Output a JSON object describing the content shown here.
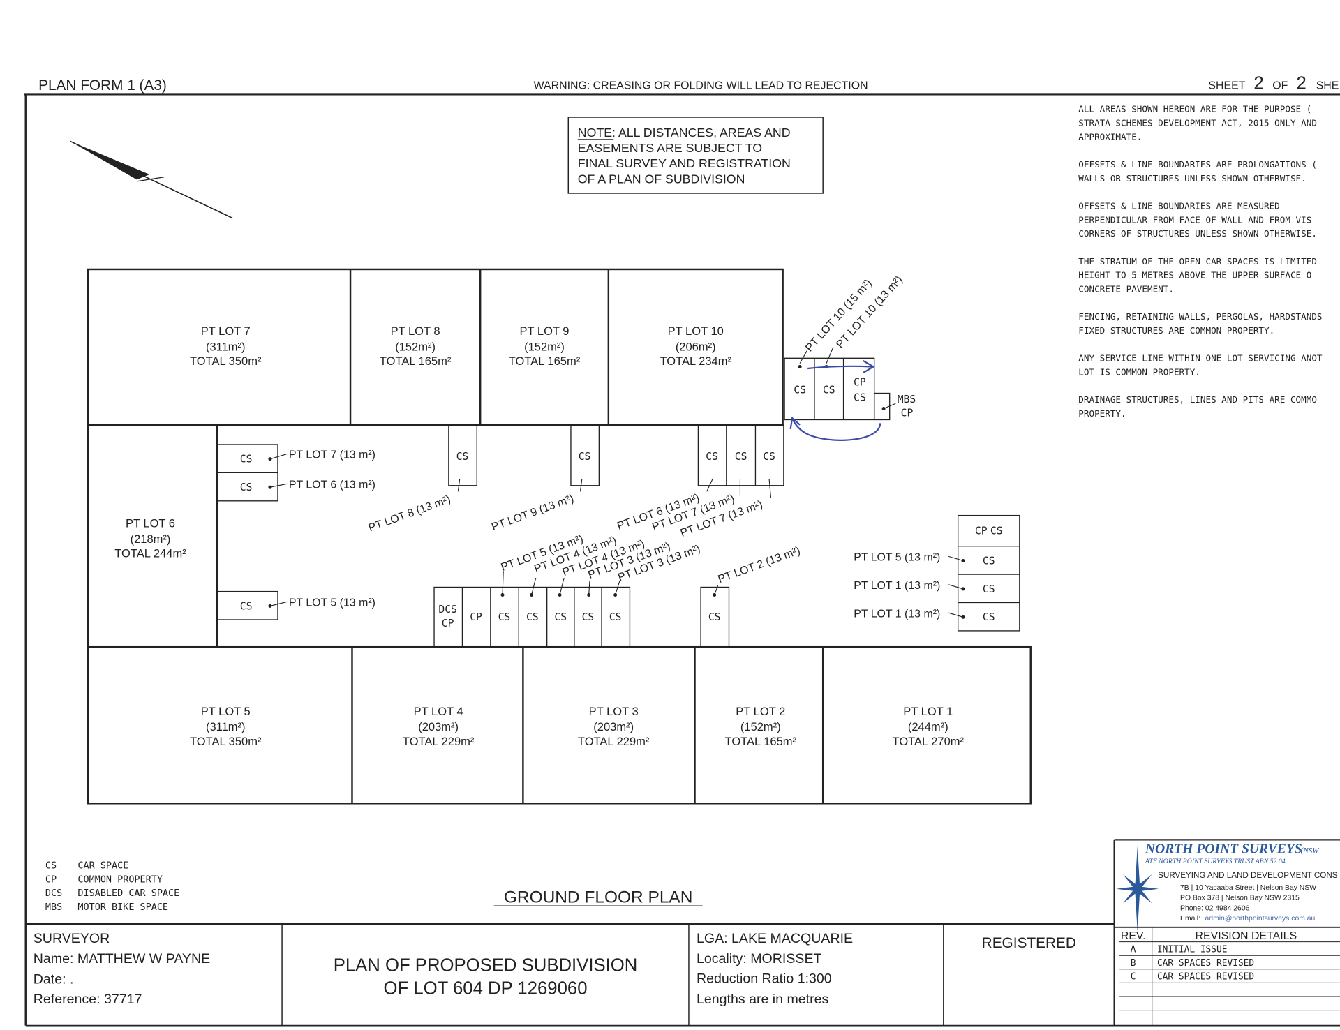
{
  "header": {
    "form": "PLAN FORM 1 (A3)",
    "warning": "WARNING: CREASING OR FOLDING WILL LEAD TO REJECTION",
    "sheet_prefix": "SHEET",
    "sheet_num": "2",
    "sheet_of": "OF",
    "sheet_total": "2",
    "sheet_suffix": "SHE"
  },
  "note": {
    "lines": [
      "NOTE:  ALL DISTANCES, AREAS AND",
      "EASEMENTS ARE SUBJECT TO",
      "FINAL SURVEY AND REGISTRATION",
      "OF A PLAN OF SUBDIVISION"
    ]
  },
  "notes_right": [
    "ALL AREAS SHOWN HEREON ARE FOR THE PURPOSE (",
    "STRATA SCHEMES DEVELOPMENT ACT, 2015 ONLY AND",
    "APPROXIMATE.",
    "",
    "OFFSETS & LINE BOUNDARIES ARE PROLONGATIONS (",
    "WALLS OR STRUCTURES UNLESS SHOWN OTHERWISE.",
    "",
    "OFFSETS & LINE BOUNDARIES ARE MEASURED",
    "PERPENDICULAR FROM FACE OF WALL AND FROM VIS",
    "CORNERS OF STRUCTURES UNLESS SHOWN OTHERWISE.",
    "",
    "THE STRATUM OF THE OPEN CAR SPACES IS LIMITED",
    "HEIGHT TO 5 METRES ABOVE THE UPPER SURFACE O",
    "CONCRETE PAVEMENT.",
    "",
    "FENCING, RETAINING WALLS, PERGOLAS, HARDSTANDS",
    "FIXED STRUCTURES ARE COMMON PROPERTY.",
    "",
    "ANY SERVICE LINE WITHIN ONE LOT SERVICING ANOT",
    "LOT IS COMMON PROPERTY.",
    "",
    "DRAINAGE STRUCTURES, LINES AND PITS ARE COMMO",
    "PROPERTY."
  ],
  "lots": [
    {
      "name": "PT LOT 7",
      "area": "(311m²)",
      "total": "TOTAL 350m²"
    },
    {
      "name": "PT LOT 8",
      "area": "(152m²)",
      "total": "TOTAL 165m²"
    },
    {
      "name": "PT LOT 9",
      "area": "(152m²)",
      "total": "TOTAL 165m²"
    },
    {
      "name": "PT LOT 10",
      "area": "(206m²)",
      "total": "TOTAL 234m²"
    },
    {
      "name": "PT LOT 6",
      "area": "(218m²)",
      "total": "TOTAL 244m²"
    },
    {
      "name": "PT LOT 5",
      "area": "(311m²)",
      "total": "TOTAL 350m²"
    },
    {
      "name": "PT LOT 4",
      "area": "(203m²)",
      "total": "TOTAL 229m²"
    },
    {
      "name": "PT LOT 3",
      "area": "(203m²)",
      "total": "TOTAL 229m²"
    },
    {
      "name": "PT LOT 2",
      "area": "(152m²)",
      "total": "TOTAL 165m²"
    },
    {
      "name": "PT LOT 1",
      "area": "(244m²)",
      "total": "TOTAL 270m²"
    }
  ],
  "codes": {
    "cs": "CS",
    "cp": "CP",
    "dcs": "DCS",
    "mbs": "MBS"
  },
  "car_labels": {
    "lot7": "PT LOT 7 (13 m²)",
    "lot6": "PT LOT 6 (13 m²)",
    "lot5": "PT LOT 5 (13 m²)",
    "lot8": "PT LOT 8 (13 m²)",
    "lot9": "PT LOT 9 (13 m²)",
    "lot6b": "PT LOT 6 (13 m²)",
    "lot7b": "PT LOT 7 (13 m²)",
    "lot7c": "PT LOT 7 (13 m²)",
    "lot5b": "PT LOT 5 (13 m²)",
    "lot4a": "PT LOT 4 (13 m²)",
    "lot4b": "PT LOT 4 (13 m²)",
    "lot3a": "PT LOT 3 (13 m²)",
    "lot3b": "PT LOT 3 (13 m²)",
    "lot2": "PT LOT 2 (13 m²)",
    "r5": "PT LOT 5 (13 m²)",
    "r1a": "PT LOT 1 (13 m²)",
    "r1b": "PT LOT 1 (13 m²)",
    "lot10a": "PT LOT 10 (15 m²)",
    "lot10b": "PT LOT 10 (13 m²)"
  },
  "legend": [
    {
      "code": "CS",
      "desc": "CAR SPACE"
    },
    {
      "code": "CP",
      "desc": "COMMON PROPERTY"
    },
    {
      "code": "DCS",
      "desc": "DISABLED CAR SPACE"
    },
    {
      "code": "MBS",
      "desc": "MOTOR BIKE SPACE"
    }
  ],
  "plan_title": "GROUND FLOOR PLAN",
  "title_block": {
    "surveyor": "SURVEYOR",
    "name": "Name: MATTHEW W PAYNE",
    "date": "Date: .",
    "reference": "Reference: 37717",
    "plan_line1": "PLAN OF PROPOSED SUBDIVISION",
    "plan_line2": "OF LOT 604 DP 1269060",
    "lga": "LGA: LAKE MACQUARIE",
    "locality": "Locality: MORISSET",
    "ratio": "Reduction Ratio 1:300",
    "lengths": "Lengths are in metres",
    "registered": "REGISTERED"
  },
  "company": {
    "name": "NORTH POINT SURVEYS",
    "name_suffix": "(NSW",
    "trust": "ATF NORTH POINT SURVEYS TRUST  ABN 52 04",
    "tagline": "SURVEYING AND LAND DEVELOPMENT CONS",
    "address": "7B | 10 Yacaaba Street | Nelson Bay NSW",
    "po": "PO Box 378 | Nelson Bay NSW 2315",
    "phone": "Phone: 02 4984 2606",
    "email_label": "Email:",
    "email": "admin@northpointsurveys.com.au"
  },
  "revisions": {
    "col_rev": "REV.",
    "col_details": "REVISION DETAILS",
    "rows": [
      {
        "rev": "A",
        "details": "INITIAL ISSUE"
      },
      {
        "rev": "B",
        "details": "CAR SPACES REVISED"
      },
      {
        "rev": "C",
        "details": "CAR SPACES REVISED"
      }
    ]
  },
  "colors": {
    "ink": "#222222",
    "annotation": "#3a4aa8",
    "logo": "#2a5a9a"
  }
}
